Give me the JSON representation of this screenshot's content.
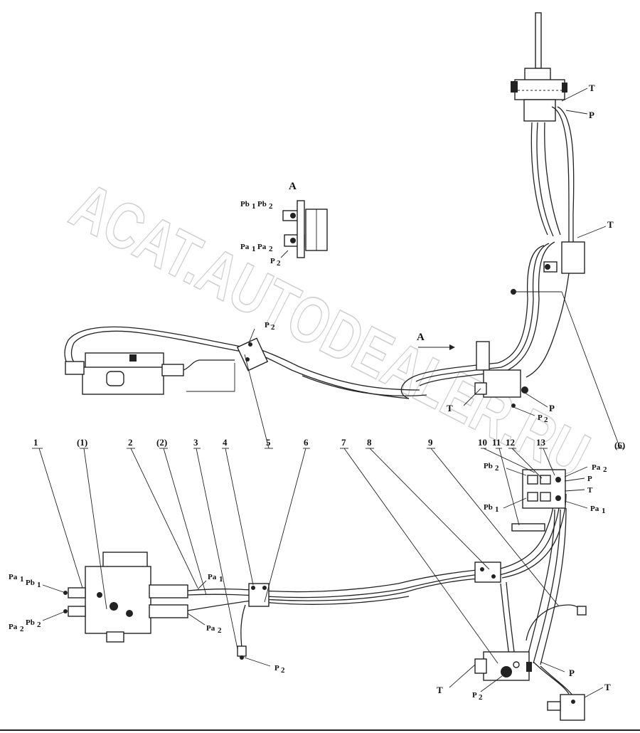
{
  "watermark": "ACAT.AUTODEALER.RU",
  "view": {
    "title": "A",
    "arrow_label": "A"
  },
  "callouts": [
    "1",
    "(1)",
    "2",
    "(2)",
    "3",
    "4",
    "5",
    "6",
    "7",
    "8",
    "9",
    "10",
    "11",
    "12",
    "13",
    "(6)"
  ],
  "ports": {
    "top_T": "T",
    "top_P": "P",
    "upper_T": "T",
    "mid_P2": "P",
    "mid_P": "P",
    "mid_T": "T",
    "valve_P2": "P",
    "detail_Pb1": "Pb",
    "detail_Pb2": "Pb",
    "detail_Pa1": "Pa",
    "detail_Pa2": "Pa",
    "detail_P2": "P",
    "right_Pb2": "Pb",
    "right_Pa2": "Pa",
    "right_P": "P",
    "right_T": "T",
    "right_Pb1": "Pb",
    "right_Pa1": "Pa",
    "left_Pa1": "Pa",
    "left_Pb1": "Pb",
    "left_Pa2": "Pa",
    "left_Pb2": "Pb",
    "bottom_Pa1": "Pa",
    "bottom_Pa2": "Pa",
    "bottom_P2": "P",
    "low_T": "T",
    "low_P2": "P",
    "low_P": "P",
    "low_T2": "T"
  },
  "subscripts": {
    "one": "1",
    "two": "2"
  }
}
